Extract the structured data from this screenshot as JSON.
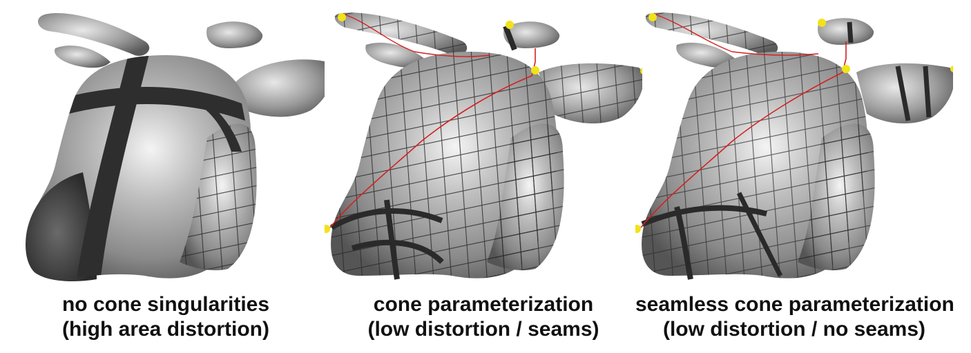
{
  "colors": {
    "surface": "#9a9a9a",
    "grid": "#2a2a2a",
    "seam": "#d42020",
    "cone": "#f2e21a"
  },
  "panels": [
    {
      "caption_line1": "no cone singularities",
      "caption_line2": "(high area distortion)"
    },
    {
      "caption_line1": "cone parameterization",
      "caption_line2": "(low distortion / seams)"
    },
    {
      "caption_line1": "seamless cone parameterization",
      "caption_line2": "(low distortion / no seams)"
    }
  ]
}
